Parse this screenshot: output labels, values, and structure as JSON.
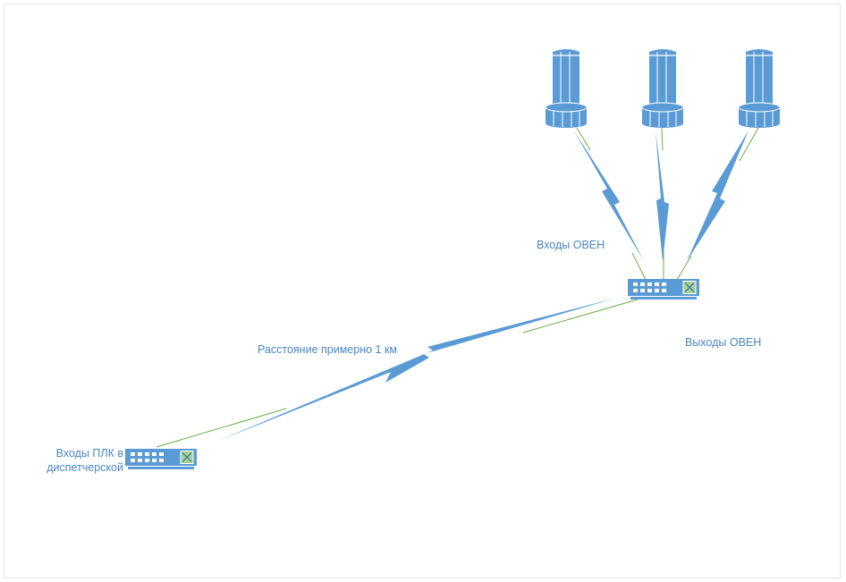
{
  "labels": {
    "plc_inputs": "Входы ПЛК в диспетчерской",
    "oven_inputs": "Входы ОВЕН",
    "distance": "Расстояние примерно 1 км",
    "oven_outputs": "Выходы ОВЕН"
  },
  "icons": {
    "towers": [
      "radio-tower-icon",
      "radio-tower-icon",
      "radio-tower-icon"
    ],
    "switches": [
      "network-switch-icon",
      "network-switch-icon"
    ],
    "links": [
      "lightning-link-icon"
    ]
  },
  "colors": {
    "primary_blue": "#5b9bd5",
    "dark_blue": "#2e74b5",
    "line_green": "#70ad47",
    "label_blue": "#4a86c2"
  }
}
